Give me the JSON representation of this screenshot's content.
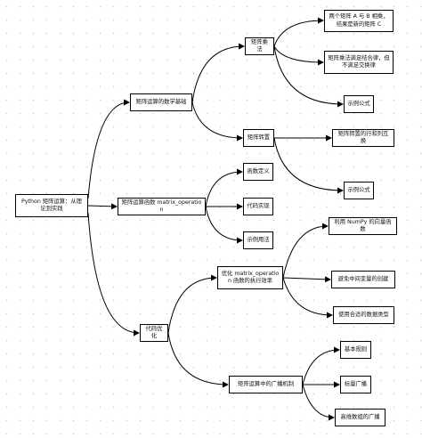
{
  "nodes": [
    {
      "id": "root",
      "label": "Python 矩阵运算：从理论到实践"
    },
    {
      "id": "math",
      "label": "矩阵运算的数学基础"
    },
    {
      "id": "impl",
      "label": "矩阵运算函数 matrix_operation"
    },
    {
      "id": "opt",
      "label": "代码优化"
    },
    {
      "id": "mul",
      "label": "矩阵乘法"
    },
    {
      "id": "trans",
      "label": "矩阵转置"
    },
    {
      "id": "mul_def",
      "label": "两个矩阵 A 与 B 相乘，结果是新的矩阵 C"
    },
    {
      "id": "mul_rule",
      "label": "矩阵乘法满足结合律，但不满足交换律"
    },
    {
      "id": "mul_formula",
      "label": "示例公式"
    },
    {
      "id": "trans_def",
      "label": "矩阵转置的行和列互换"
    },
    {
      "id": "trans_formula",
      "label": "示例公式"
    },
    {
      "id": "func_def",
      "label": "函数定义"
    },
    {
      "id": "code_impl",
      "label": "代码实现"
    },
    {
      "id": "example",
      "label": "示例用法"
    },
    {
      "id": "opt_func",
      "label": "优化 matrix_operation 函数的执行效率"
    },
    {
      "id": "broadcast",
      "label": "矩阵运算中的广播机制"
    },
    {
      "id": "numpy",
      "label": "利用 NumPy 的向量函数"
    },
    {
      "id": "avoid",
      "label": "避免中间变量的创建"
    },
    {
      "id": "dtype",
      "label": "使用合适的数据类型"
    },
    {
      "id": "bc_rule",
      "label": "基本规则"
    },
    {
      "id": "bc_scalar",
      "label": "标量广播"
    },
    {
      "id": "bc_dim",
      "label": "高维数组的广播"
    }
  ]
}
